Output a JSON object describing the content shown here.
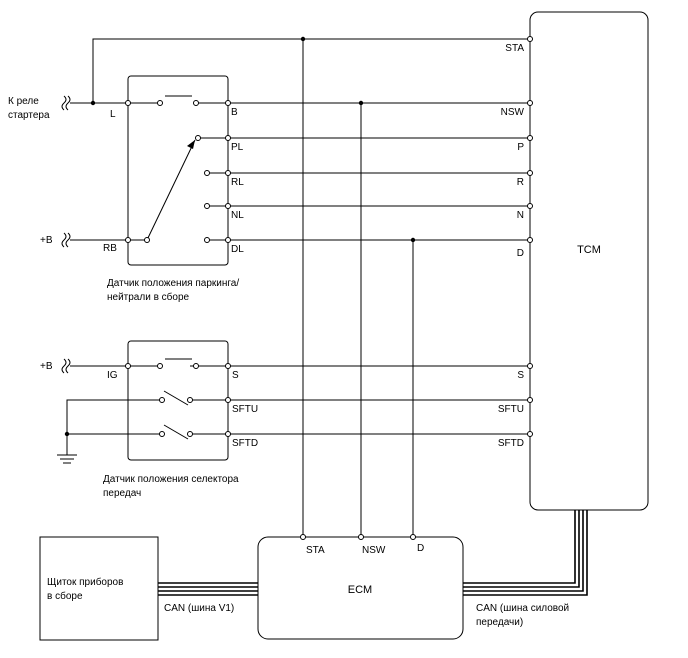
{
  "tcm": {
    "title": "TCM",
    "pins": {
      "sta": "STA",
      "nsw": "NSW",
      "p": "P",
      "r": "R",
      "n": "N",
      "d": "D",
      "s": "S",
      "sftu": "SFTU",
      "sftd": "SFTD"
    }
  },
  "park_neutral_switch": {
    "caption_line1": "Датчик положения паркинга/",
    "caption_line2": "нейтрали в сборе",
    "pins": {
      "l": "L",
      "rb": "RB",
      "b": "B",
      "pl": "PL",
      "rl": "RL",
      "nl": "NL",
      "dl": "DL"
    }
  },
  "shift_selector_sensor": {
    "caption_line1": "Датчик положения селектора",
    "caption_line2": "передач",
    "pins": {
      "ig": "IG",
      "s": "S",
      "sftu": "SFTU",
      "sftd": "SFTD"
    }
  },
  "inputs": {
    "starter_relay_line1": "К реле",
    "starter_relay_line2": "стартера",
    "plus_b_top": "+B",
    "plus_b_bottom": "+B"
  },
  "ecm": {
    "title": "ECM",
    "pins": {
      "sta": "STA",
      "nsw": "NSW",
      "d": "D"
    }
  },
  "cluster": {
    "title_line1": "Щиток приборов",
    "title_line2": "в сборе"
  },
  "buses": {
    "v1_label": "CAN (шина V1)",
    "powertrain_line1": "CAN (шина силовой",
    "powertrain_line2": "передачи)"
  }
}
